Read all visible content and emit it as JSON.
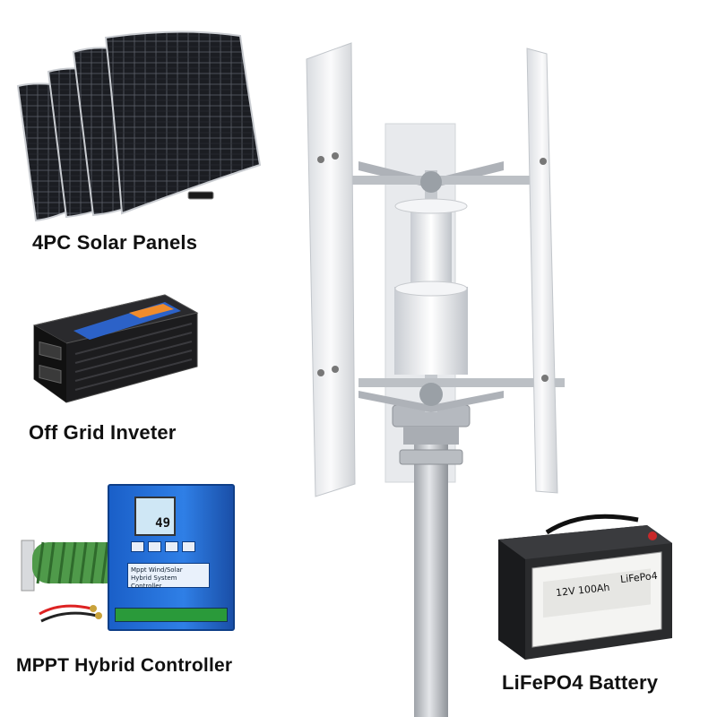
{
  "captions": {
    "solar": "4PC Solar Panels",
    "inverter": "Off Grid Inveter",
    "controller": "MPPT Hybrid Controller",
    "battery": "LiFePO4 Battery"
  },
  "controller_screen": {
    "value": "49",
    "label_line1": "Mppt Wind/Solar",
    "label_line2": "Hybrid System Controller"
  },
  "battery_label": {
    "rating": "12V 100Ah",
    "chemistry": "LiFePo4"
  },
  "colors": {
    "panel_cell": "#1b1d22",
    "panel_frame": "#c9ccd1",
    "inverter_body": "#1c1c1e",
    "controller_blue": "#1a5fc8",
    "resistor_green": "#4f9a4a",
    "battery_body": "#2a2b2d",
    "turbine_white": "#f2f3f5",
    "pole_grey": "#c6c9ce"
  },
  "icons": {
    "solar": "solar-panel-icon",
    "inverter": "inverter-icon",
    "controller": "charge-controller-icon",
    "battery": "battery-icon",
    "turbine": "vertical-wind-turbine-icon"
  }
}
